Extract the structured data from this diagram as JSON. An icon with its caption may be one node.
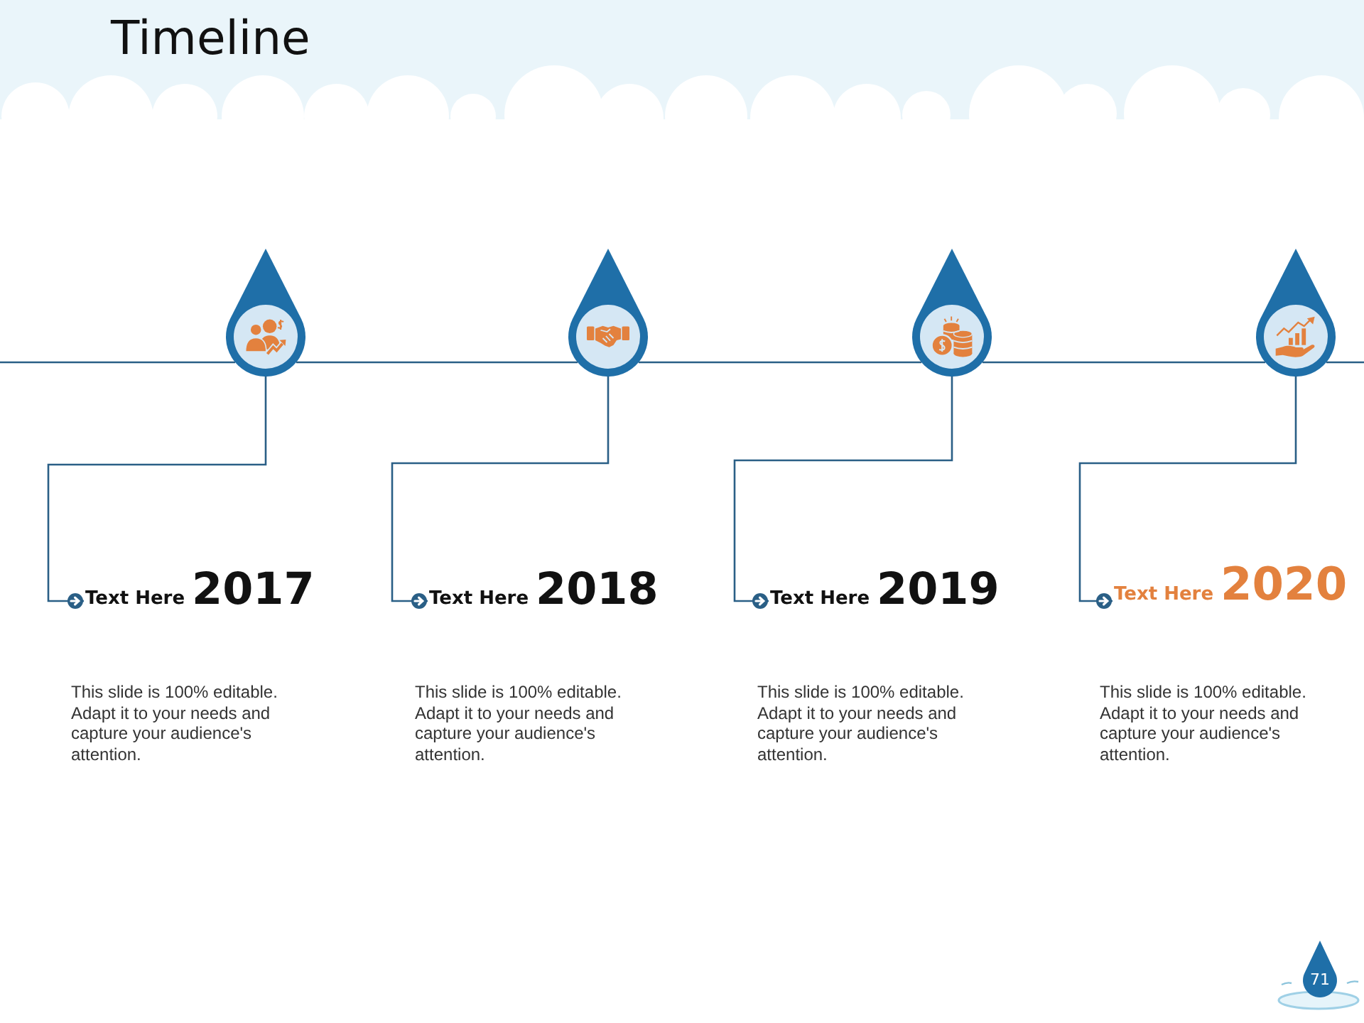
{
  "diagram": {
    "title": "Timeline",
    "nodes": [
      {
        "text": [],
        "shape": "drop"
      },
      {
        "text": [],
        "shape": "drop"
      },
      {
        "text": [],
        "shape": "drop"
      },
      {
        "text": [],
        "shape": "drop"
      },
      {
        "text": [
          "Text Here",
          "2017"
        ]
      },
      {
        "text": [
          "Text Here",
          "2018"
        ]
      },
      {
        "text": [
          "Text Here",
          "2019"
        ]
      },
      {
        "text": [
          "Text Here",
          "2020"
        ]
      }
    ],
    "edges": [
      {
        "from": null,
        "to": 0,
        "arrow": "none"
      },
      {
        "from": 0,
        "to": 1,
        "arrow": "none"
      },
      {
        "from": 1,
        "to": 2,
        "arrow": "none"
      },
      {
        "from": 2,
        "to": 3,
        "arrow": "none"
      },
      {
        "from": 3,
        "to": null,
        "arrow": "none"
      },
      {
        "from": 0,
        "to": 4,
        "arrow": "other"
      },
      {
        "from": 1,
        "to": 5,
        "arrow": "other"
      },
      {
        "from": 2,
        "to": 6,
        "arrow": "other"
      },
      {
        "from": 3,
        "to": 7,
        "arrow": "other"
      }
    ],
    "labels": [
      "This slide is 100% editable. Adapt it to your needs and capture your audience's attention.",
      "This slide is 100% editable. Adapt it to your needs and capture your audience's attention.",
      "This slide is 100% editable. Adapt it to your needs and capture your audience's attention.",
      "This slide is 100% editable. Adapt it to your needs and capture your audience's attention.",
      "71"
    ]
  }
}
